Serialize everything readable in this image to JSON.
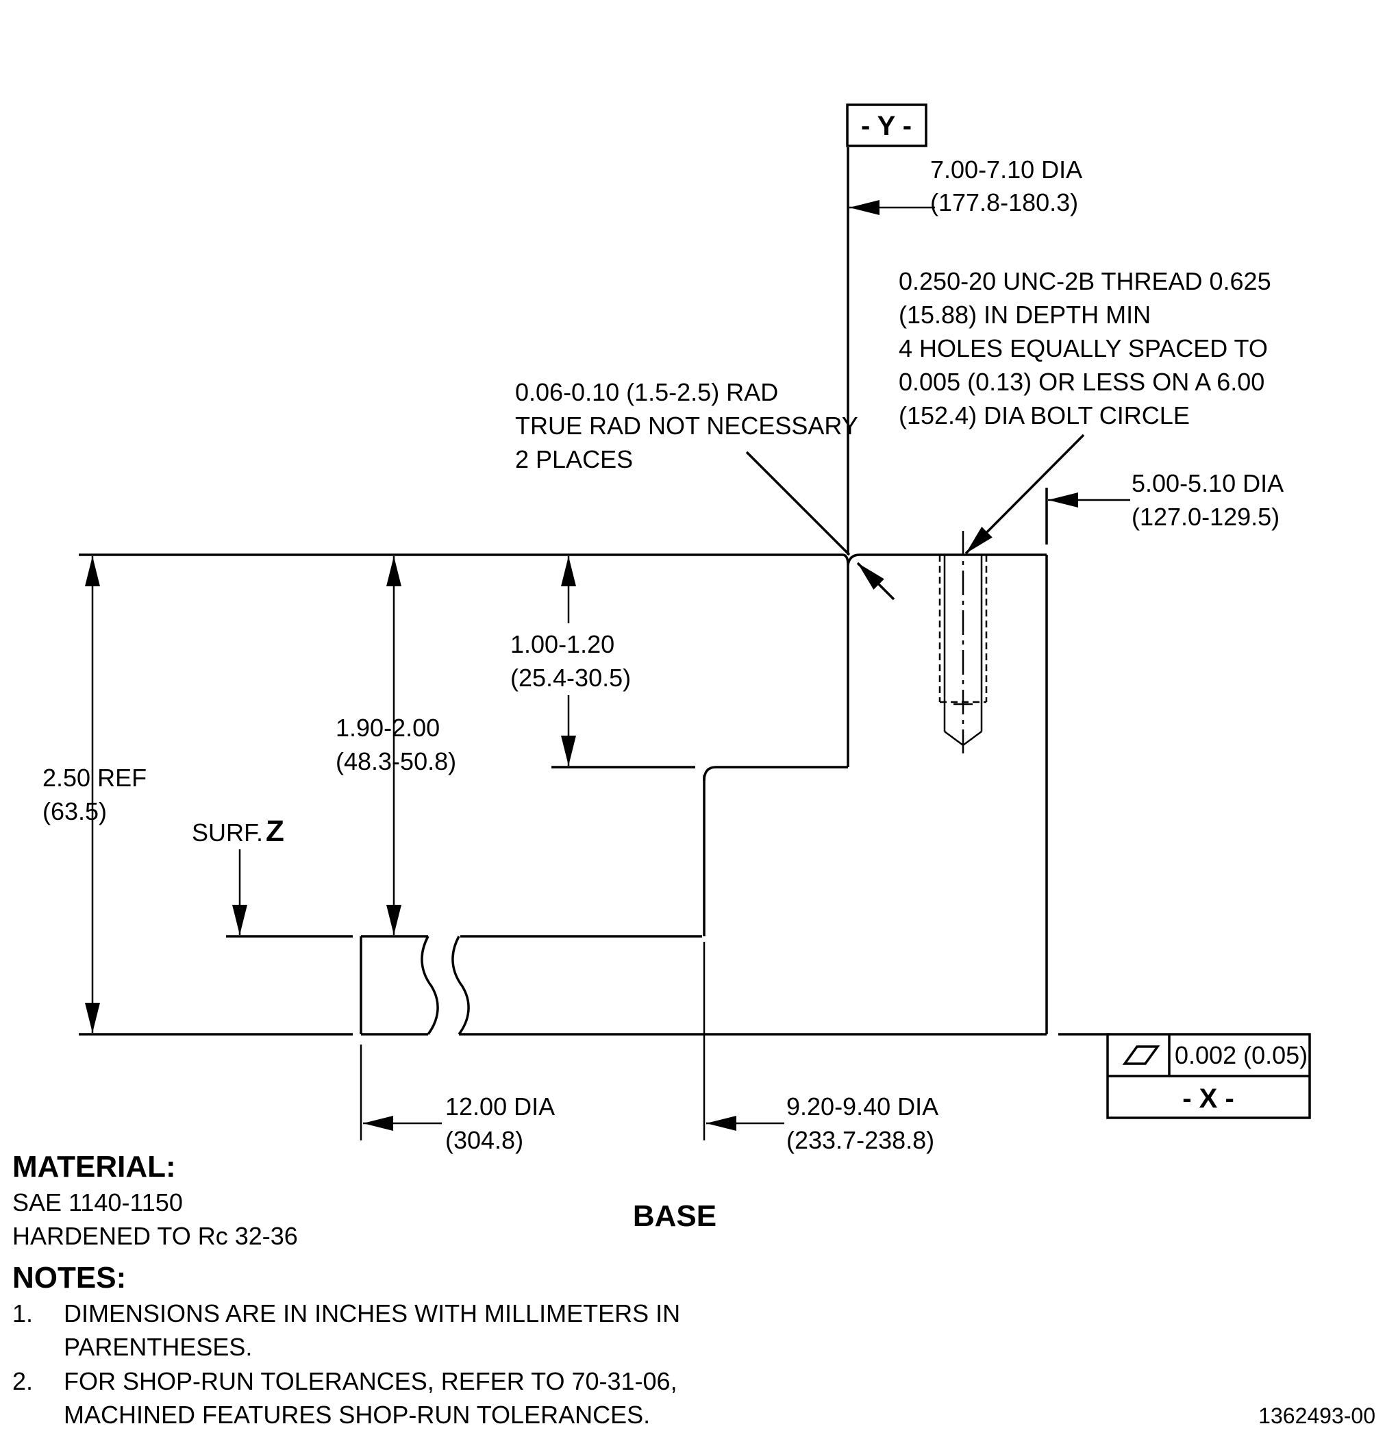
{
  "datum_y": "- Y -",
  "datum_x": "- X -",
  "dia_y": [
    "7.00-7.10 DIA",
    "(177.8-180.3)"
  ],
  "thread_note": [
    "0.250-20 UNC-2B THREAD 0.625",
    "(15.88) IN DEPTH MIN",
    "4 HOLES EQUALLY SPACED TO",
    "0.005 (0.13) OR LESS ON A 6.00",
    "(152.4) DIA BOLT CIRCLE"
  ],
  "rad_note": [
    "0.06-0.10 (1.5-2.5) RAD",
    "TRUE RAD NOT NECESSARY",
    "2 PLACES"
  ],
  "dia_5": [
    "5.00-5.10 DIA",
    "(127.0-129.5)"
  ],
  "dim_1_00": [
    "1.00-1.20",
    "(25.4-30.5)"
  ],
  "dim_1_90": [
    "1.90-2.00",
    "(48.3-50.8)"
  ],
  "dim_2_50": [
    "2.50 REF",
    "(63.5)"
  ],
  "surf_label": "SURF.",
  "surf_letter": "Z",
  "flatness_value": "0.002 (0.05)",
  "dia_12": [
    "12.00 DIA",
    "(304.8)"
  ],
  "dia_9": [
    "9.20-9.40 DIA",
    "(233.7-238.8)"
  ],
  "title": "BASE",
  "material": {
    "heading": "MATERIAL:",
    "lines": [
      "SAE 1140-1150",
      "HARDENED TO Rc 32-36"
    ]
  },
  "notes": {
    "heading": "NOTES:",
    "items": [
      {
        "num": "1.",
        "lines": [
          "DIMENSIONS ARE IN INCHES WITH MILLIMETERS IN",
          "PARENTHESES."
        ]
      },
      {
        "num": "2.",
        "lines": [
          "FOR SHOP-RUN TOLERANCES, REFER TO 70-31-06,",
          "MACHINED FEATURES SHOP-RUN TOLERANCES."
        ]
      }
    ]
  },
  "drawing_number": "1362493-00"
}
